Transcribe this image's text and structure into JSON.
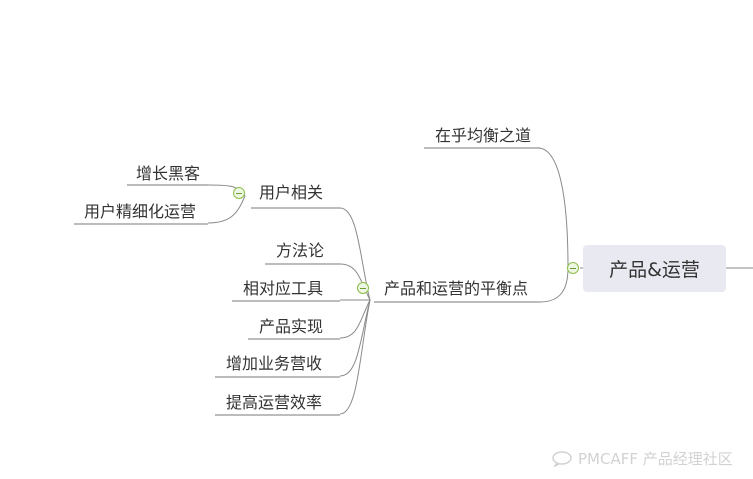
{
  "root": {
    "label": "产品&运营"
  },
  "branches": {
    "balance_dao": "在乎均衡之道",
    "balance_point": "产品和运营的平衡点"
  },
  "user": {
    "label": "用户相关",
    "children": [
      "增长黑客",
      "用户精细化运营"
    ]
  },
  "balance_children": [
    "方法论",
    "相对应工具",
    "产品实现",
    "增加业务营收",
    "提高运营效率"
  ],
  "watermark": "PMCAFF 产品经理社区",
  "colors": {
    "root_fill": "#e9e9f2",
    "line": "#8a8a8a",
    "toggle": "#8cbf4a"
  }
}
